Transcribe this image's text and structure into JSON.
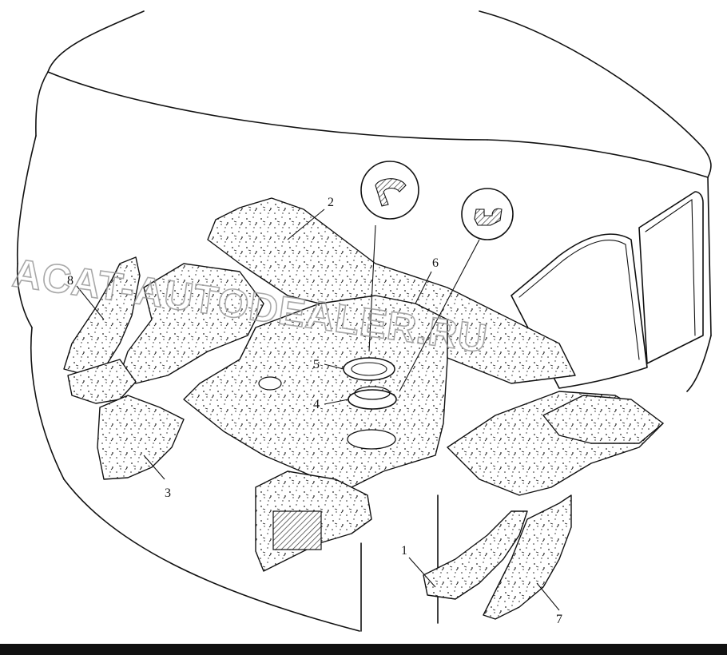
{
  "callouts": [
    {
      "id": "1",
      "label": "1"
    },
    {
      "id": "2",
      "label": "2"
    },
    {
      "id": "3",
      "label": "3"
    },
    {
      "id": "4",
      "label": "4"
    },
    {
      "id": "5",
      "label": "5"
    },
    {
      "id": "6",
      "label": "6"
    },
    {
      "id": "7",
      "label": "7"
    },
    {
      "id": "8",
      "label": "8"
    }
  ],
  "watermark": "ACAT-AUTODEALER.RU"
}
